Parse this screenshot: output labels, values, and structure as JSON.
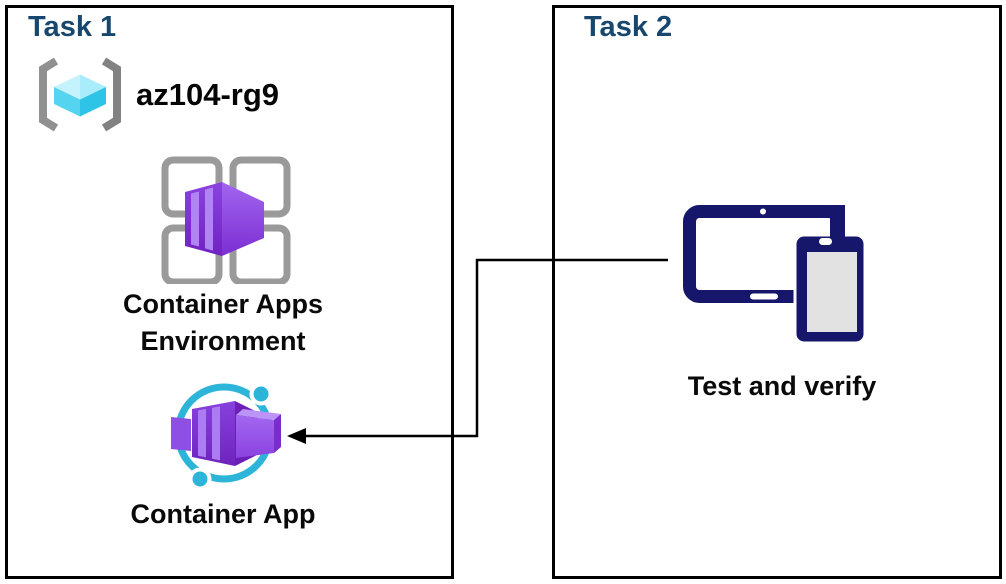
{
  "task1": {
    "title": "Task 1",
    "resource_group": {
      "name": "az104-rg9",
      "icon": "resource-group-icon"
    },
    "environment": {
      "caption_lines": [
        "Container Apps",
        "Environment"
      ],
      "icon": "container-apps-environment-icon"
    },
    "container_app": {
      "caption": "Container App",
      "icon": "container-app-icon"
    }
  },
  "task2": {
    "title": "Task 2",
    "test_and_verify": {
      "caption": "Test and verify",
      "icon": "devices-icon"
    }
  },
  "connector": {
    "from": "test-and-verify",
    "to": "container-app",
    "style": "elbow-line-with-arrowhead"
  },
  "colors": {
    "title_blue": "#17476d",
    "inner_box_gray": "#f1f1f1",
    "border_black": "#000000",
    "azure_purple_dark": "#7d2fd2",
    "azure_purple_light": "#ac7cf2",
    "azure_cyan": "#2db5d9",
    "device_navy": "#16166b",
    "frame_gray": "#9a9a9a",
    "cube_cyan_light": "#b5eefc"
  }
}
